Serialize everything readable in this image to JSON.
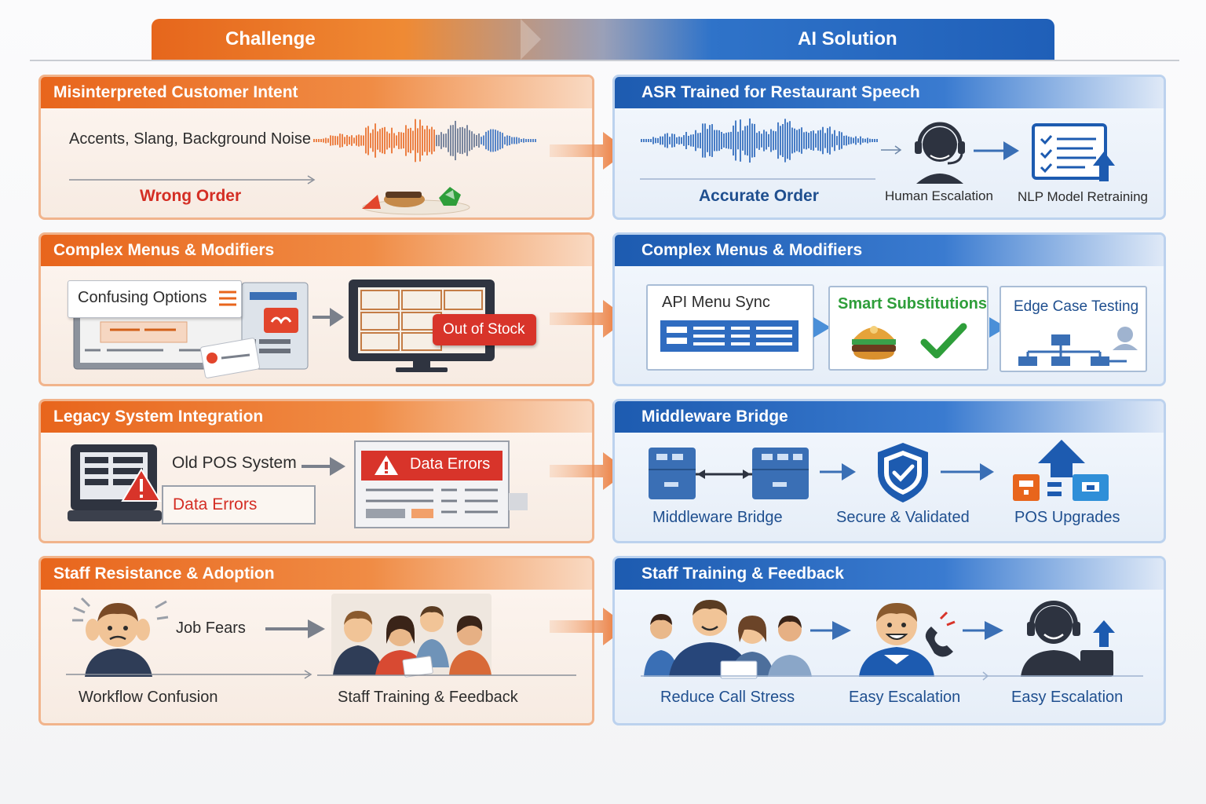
{
  "header": {
    "challenge": "Challenge",
    "solution": "AI Solution"
  },
  "rows": [
    {
      "challenge": {
        "title": "Misinterpreted Customer Intent",
        "noise_label": "Accents, Slang, Background Noise",
        "result": "Wrong Order"
      },
      "solution": {
        "title": "ASR Trained for Restaurant Speech",
        "result": "Accurate Order",
        "step1": "Human Escalation",
        "step2": "NLP Model Retraining"
      }
    },
    {
      "challenge": {
        "title": "Complex Menus & Modifiers",
        "options_label": "Confusing Options",
        "stock_label": "Out of Stock"
      },
      "solution": {
        "title": "Complex Menus & Modifiers",
        "card1": "API Menu Sync",
        "card2": "Smart Substitutions",
        "card3": "Edge Case Testing"
      }
    },
    {
      "challenge": {
        "title": "Legacy System Integration",
        "system_label": "Old POS System",
        "error_label": "Data Errors",
        "alert_label": "Data Errors"
      },
      "solution": {
        "title": "Middleware Bridge",
        "item1": "Middleware Bridge",
        "item2": "Secure & Validated",
        "item3": "POS Upgrades"
      }
    },
    {
      "challenge": {
        "title": "Staff Resistance & Adoption",
        "fear_label": "Job Fears",
        "bottom_left": "Workflow Confusion",
        "bottom_right": "Staff Training & Feedback"
      },
      "solution": {
        "title": "Staff Training & Feedback",
        "item1": "Reduce Call Stress",
        "item2": "Easy Escalation",
        "item3": "Easy Escalation"
      }
    }
  ],
  "colors": {
    "orange": "#e8651c",
    "blue": "#1d5bb0",
    "error_red": "#d42e24",
    "success_green": "#2e9e3a"
  }
}
